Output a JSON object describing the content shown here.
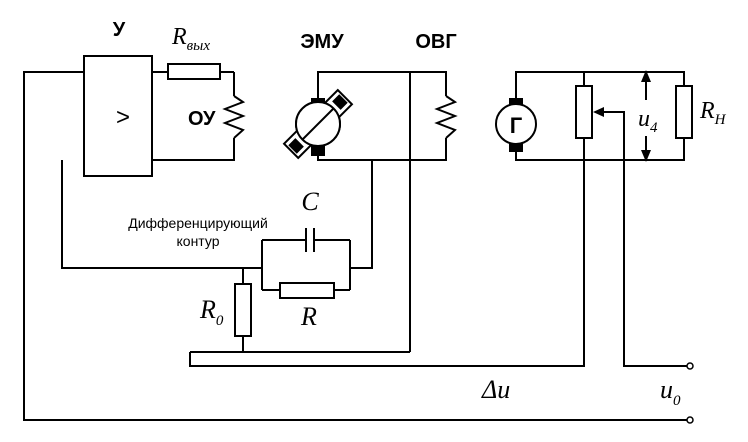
{
  "labels": {
    "amplifier": "У",
    "amplifier_symbol": ">",
    "r_out_main": "R",
    "r_out_sub": "вых",
    "control_winding": "ОУ",
    "emu": "ЭМУ",
    "ovg": "ОВГ",
    "generator": "Г",
    "u4_main": "u",
    "u4_sub": "4",
    "rn_main": "R",
    "rn_sub": "Н",
    "c_label": "C",
    "diff_line1": "Дифференцирующий",
    "diff_line2": "контур",
    "r0_main": "R",
    "r0_sub": "0",
    "r_label": "R",
    "delta_u": "Δu",
    "u0_main": "u",
    "u0_sub": "0"
  }
}
